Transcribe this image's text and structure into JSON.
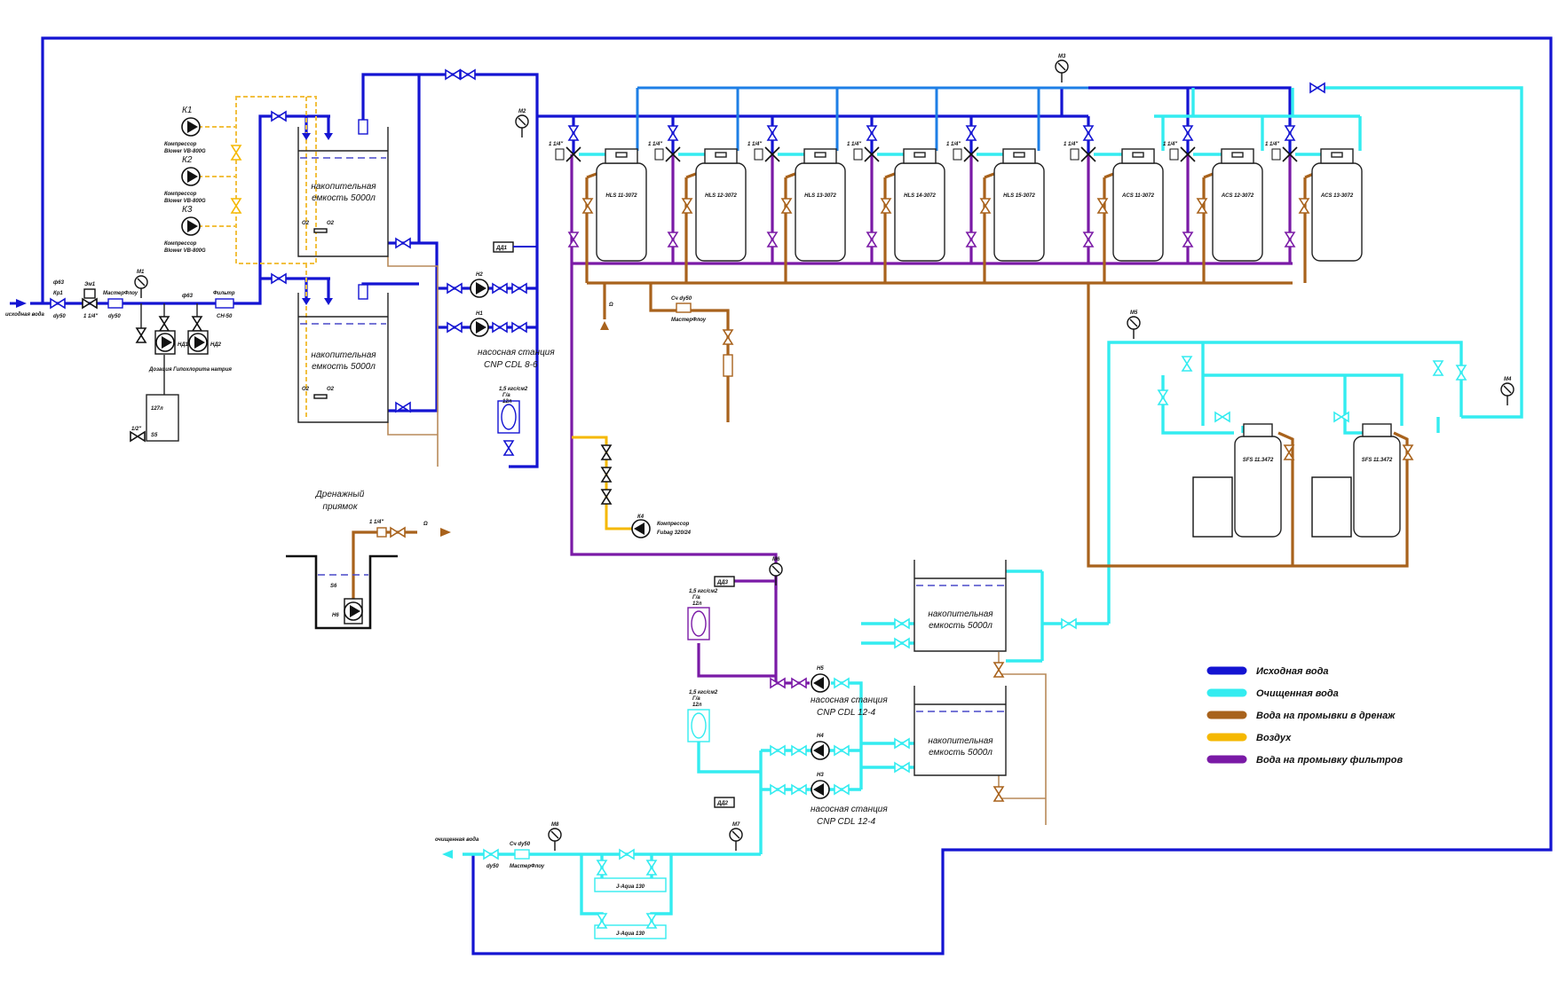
{
  "colors": {
    "raw_water": "#1414d2",
    "treated_water": "#33ecf0",
    "drain_water": "#a8621c",
    "air": "#f5b800",
    "backwash_water": "#7a1aa6"
  },
  "legend": [
    {
      "label": "Исходная вода",
      "color": "#1414d2"
    },
    {
      "label": "Очищенная вода",
      "color": "#33ecf0"
    },
    {
      "label": "Вода на промывки в дренаж",
      "color": "#a8621c"
    },
    {
      "label": "Воздух",
      "color": "#f5b800"
    },
    {
      "label": "Вода на промывку фильтров",
      "color": "#7a1aa6"
    }
  ],
  "inlet": {
    "label": "исходная вода",
    "valve": "Кр1",
    "valve_dn": "dy50",
    "solenoid": "Эм1",
    "solenoid_size": "1 1/4\"",
    "meter": "МастерФлоу",
    "meter_dn": "dy50",
    "filter": "Фильтр",
    "filter_model": "СН-50"
  },
  "outlet": {
    "label": "очищенная вода",
    "meter": "Сч dy50",
    "meter_brand": "МастерФлоу",
    "valve_dn": "dy50"
  },
  "dosing": {
    "pumps": [
      "НД1",
      "НД2"
    ],
    "label": "Дозация Гипохлорита натрия",
    "tank": "127л",
    "sensor": "S5",
    "valve_size": "1/2\""
  },
  "compressors": [
    {
      "tag": "К1",
      "name": "Компрессор",
      "model": "Blower VB-800G"
    },
    {
      "tag": "К2",
      "name": "Компрессор",
      "model": "Blower VB-800G"
    },
    {
      "tag": "К3",
      "name": "Компрессор",
      "model": "Blower VB-800G"
    },
    {
      "tag": "К4",
      "name": "Компрессор",
      "model": "Fubag 320/24"
    }
  ],
  "tanks": [
    {
      "line1": "накопительная",
      "line2": "емкость 5000л"
    },
    {
      "line1": "накопительная",
      "line2": "емкость 5000л"
    },
    {
      "line1": "накопительная",
      "line2": "емкость 5000л"
    },
    {
      "line1": "накопительная",
      "line2": "емкость 5000л"
    }
  ],
  "o2_label": "О2",
  "pump_stations": [
    {
      "line1": "насосная станция",
      "line2": "CNP CDL 8-6"
    },
    {
      "line1": "насосная станция",
      "line2": "CNP CDL 12-4"
    },
    {
      "line1": "насосная станция",
      "line2": "CNP CDL 12-4"
    }
  ],
  "pumps": [
    "Н1",
    "Н2",
    "Н3",
    "Н4",
    "Н5"
  ],
  "gauges": [
    "М1",
    "М2",
    "М3",
    "М4",
    "М5",
    "М6",
    "М7",
    "М8"
  ],
  "pressure_switches": [
    "ДД1",
    "ДД2",
    "ДД3"
  ],
  "accumulator": {
    "pressure": "1,5 кгс/см2",
    "type": "Г/а",
    "volume": "12л"
  },
  "filters": [
    "HLS 11-3072",
    "HLS 12-3072",
    "HLS 13-3072",
    "HLS 14-3072",
    "HLS 15-3072",
    "ACS 11-3072",
    "ACS 12-3072",
    "ACS 13-3072"
  ],
  "filter_valve_size": "1 1/4\"",
  "softeners": [
    "SFS 11.3472",
    "SFS 11.3472"
  ],
  "drain_counter": {
    "label": "Сч dy50",
    "brand": "МастерФлоу"
  },
  "restriction": "Ω",
  "drain_pit": {
    "title_line1": "Дренажный",
    "title_line2": "приямок",
    "pump": "Н6",
    "sensor": "S6",
    "valve_size": "1 1/4\""
  },
  "j_aqua": [
    "J-Aqua 130",
    "J-Aqua 130"
  ],
  "pipe_tag": "ф63"
}
